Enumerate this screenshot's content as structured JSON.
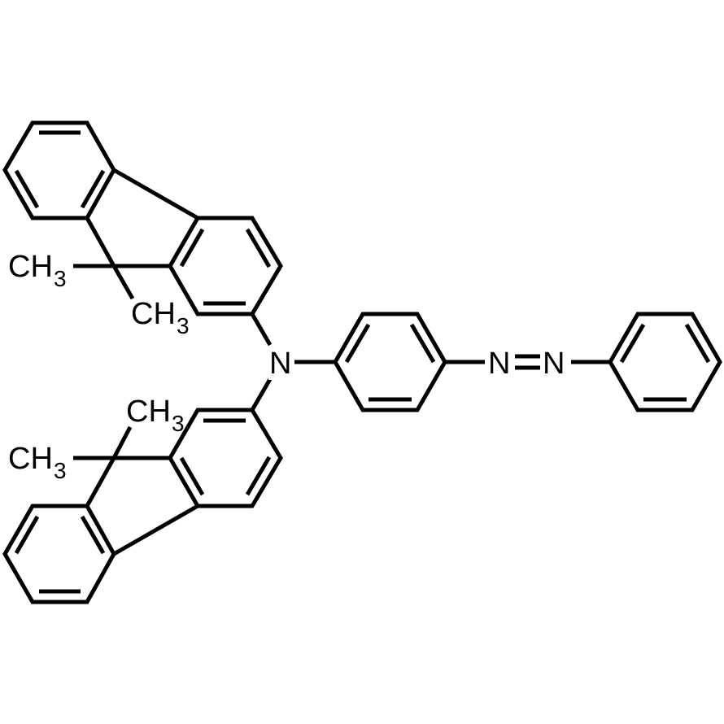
{
  "diagram": {
    "type": "chemical-structure",
    "background": "#ffffff",
    "line_color": "#000000",
    "atom_labels": {
      "amine_n": "N",
      "azo_n1": "N",
      "azo_n2": "N",
      "methyl_top_left": {
        "main": "CH",
        "sub": "3"
      },
      "methyl_top_lower": {
        "main": "CH",
        "sub": "3"
      },
      "methyl_bottom_upper": {
        "main": "CH",
        "sub": "3"
      },
      "methyl_bottom_left": {
        "main": "CH",
        "sub": "3"
      }
    },
    "fragments": [
      "9,9-dimethylfluoren-2-yl (top)",
      "9,9-dimethylfluoren-2-yl (bottom)",
      "4-phenylazo-phenyl",
      "phenyl"
    ]
  }
}
